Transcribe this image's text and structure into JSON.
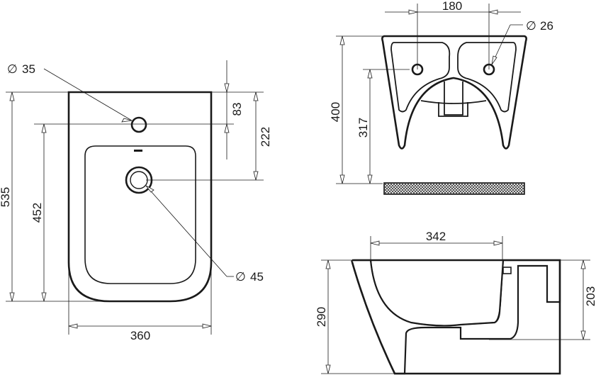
{
  "top_view": {
    "width": "360",
    "height_total": "535",
    "height_tap": "452",
    "tap_offset": "83",
    "drain_offset": "222",
    "tap_hole_diameter": "35",
    "drain_diameter": "45",
    "diameter_symbol": "∅"
  },
  "front_view": {
    "hole_spacing": "180",
    "hole_diameter": "26",
    "height_total": "400",
    "hole_height": "317"
  },
  "side_view": {
    "bowl_length": "342",
    "height_total": "290",
    "outlet_height": "203"
  }
}
